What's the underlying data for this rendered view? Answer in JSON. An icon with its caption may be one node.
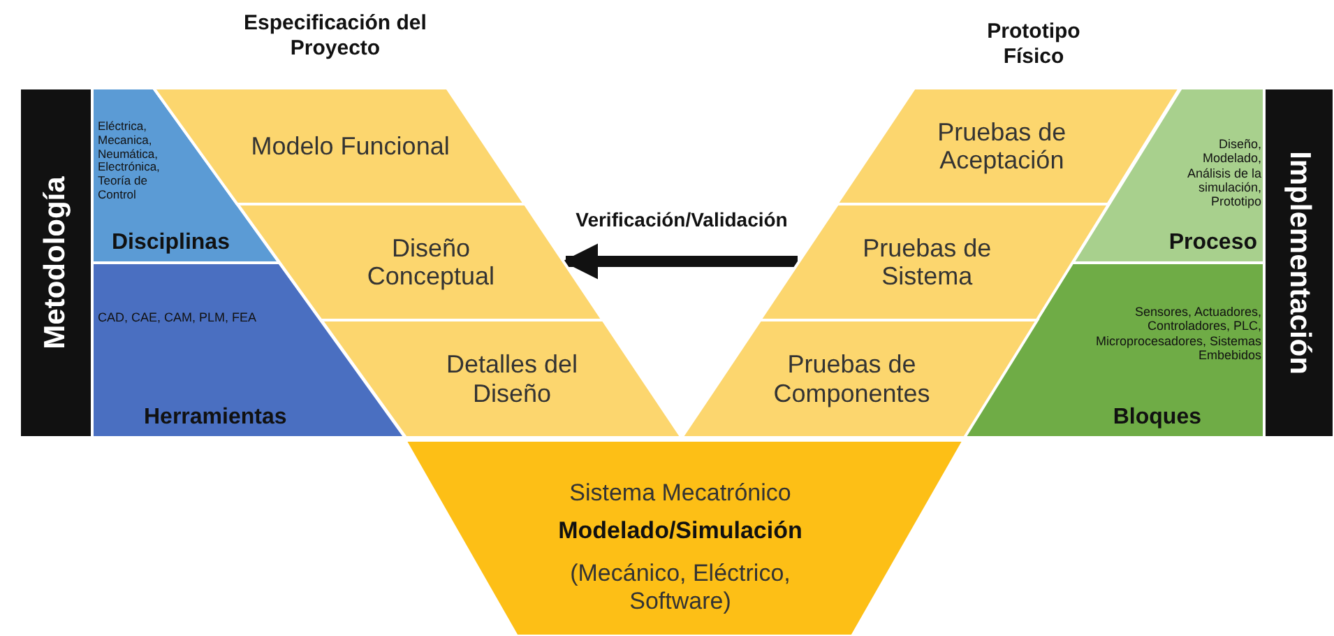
{
  "diagram": {
    "nodes": [
      {
        "text": [
          "Metodología"
        ]
      },
      {
        "text": [
          "Eléctrica, Mecanica, Neumática, Electrónica, Teoría de Control",
          "Disciplinas"
        ]
      },
      {
        "text": [
          "CAD, CAE, CAM, PLM, FEA",
          "Herramientas"
        ]
      },
      {
        "text": [
          "Modelo Funcional"
        ]
      },
      {
        "text": [
          "Diseño Conceptual"
        ]
      },
      {
        "text": [
          "Detalles del Diseño"
        ]
      },
      {
        "text": [
          "Pruebas de Aceptación"
        ]
      },
      {
        "text": [
          "Pruebas de Sistema"
        ]
      },
      {
        "text": [
          "Pruebas de Componentes"
        ]
      },
      {
        "text": [
          "Diseño, Modelado, Análisis de la simulación, Prototipo",
          "Proceso"
        ]
      },
      {
        "text": [
          "Sensores, Actuadores, Controladores, PLC, Microprocesadores, Sistemas Embebidos",
          "Bloques"
        ]
      },
      {
        "text": [
          "Implementación"
        ]
      },
      {
        "text": [
          "Sistema Mecatrónico",
          "Modelado/Simulación",
          "(Mecánico, Eléctrico, Software)"
        ]
      }
    ],
    "edges": [
      {
        "from": 7,
        "to": 4,
        "arrow": "to",
        "label": "Verificación/Validación"
      }
    ],
    "labels": [
      "Especificación del Proyecto",
      "Prototipo Físico"
    ]
  }
}
